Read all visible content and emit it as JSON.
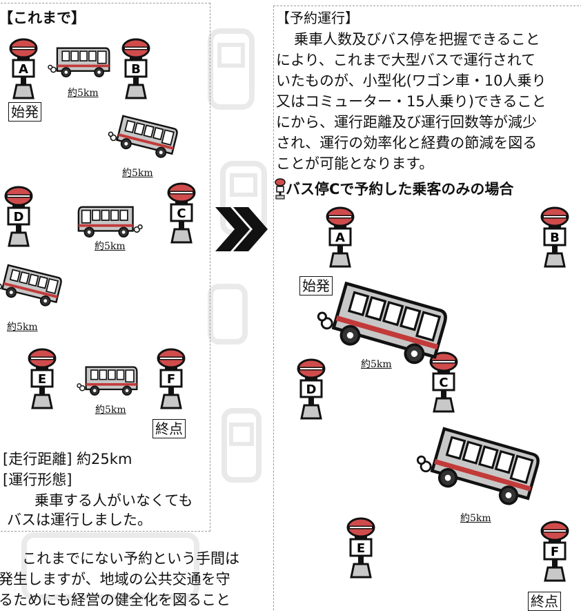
{
  "left_panel": {
    "header": "【これまで】",
    "stops": [
      "A",
      "B",
      "D",
      "C",
      "E",
      "F"
    ],
    "start_label": "始発",
    "end_label": "終点",
    "distances": [
      "約5km",
      "約5km",
      "約5km",
      "約5km",
      "約5km"
    ],
    "summary_distance": "[走行距離] 約25km",
    "summary_mode_label": "[運行形態]",
    "summary_mode_line1": "乗車する人がいなくても",
    "summary_mode_line2": "バスは運行しました。"
  },
  "right_panel": {
    "header": "【予約運行】",
    "paragraph": [
      "乗車人数及びバス停を把握できること",
      "により、これまで大型バスで運行されて",
      "いたものが、小型化(ワゴン車・10人乗り",
      "又はコミューター・15人乗り)できること",
      "にから、運行距離及び運行回数等が減少",
      "され、運行の効率化と経費の節減を図る",
      "ことが可能となります。"
    ],
    "case_title": "バス停Cで予約した乗客のみの場合",
    "stops": [
      "A",
      "B",
      "D",
      "C",
      "E",
      "F"
    ],
    "start_label": "始発",
    "end_label": "終点",
    "distances": [
      "約5km",
      "約5km"
    ]
  },
  "bottom_text": [
    "これまでにない予約という手間は",
    "発生しますが、地域の公共交通を守",
    "るためにも経営の健全化を図ること"
  ],
  "colors": {
    "stop_head": "#d04c4c",
    "stop_base": "#c8c8c8",
    "bus_body": "#c7c7c7",
    "bus_stripe": "#c23a3a",
    "arrow": "#111111"
  },
  "icons": [
    "bus-stop-icon",
    "bus-icon",
    "double-chevron-icon"
  ]
}
